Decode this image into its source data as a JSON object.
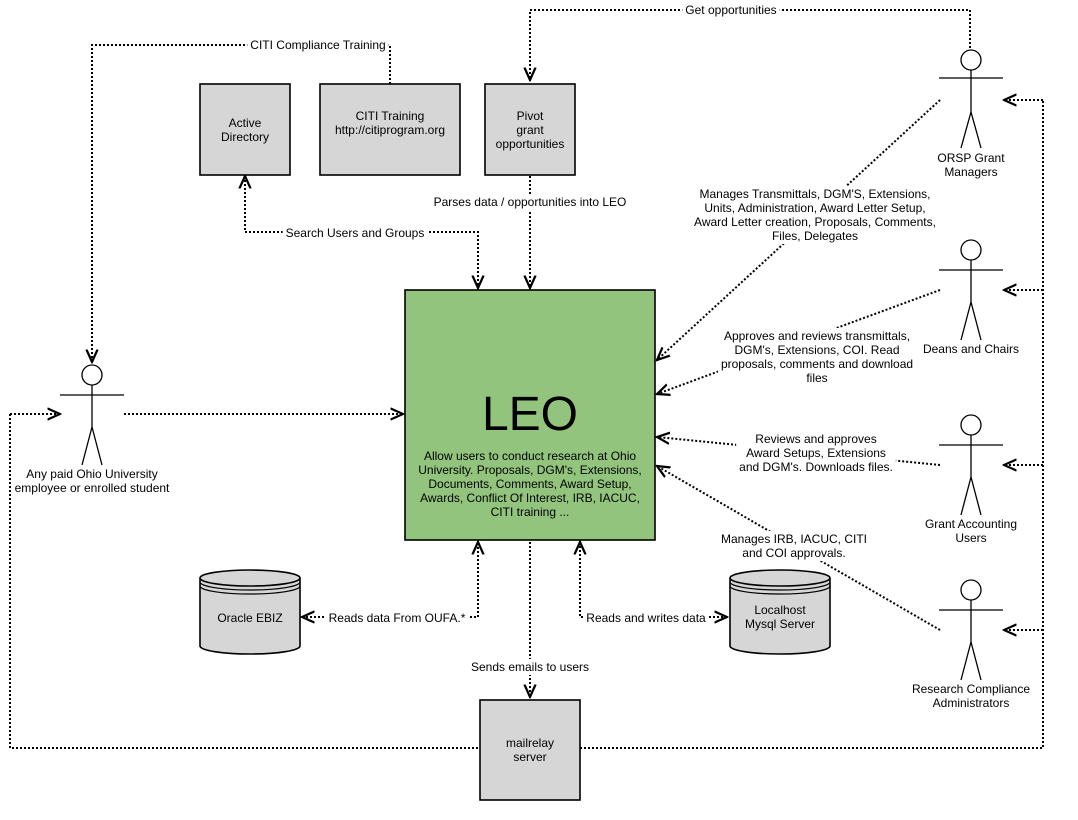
{
  "nodes": {
    "active_directory": [
      "Active",
      "Directory"
    ],
    "citi": [
      "CITI Training",
      "http://citiprogram.org"
    ],
    "pivot": [
      "Pivot",
      "grant",
      "opportunities"
    ],
    "leo_title": "LEO",
    "leo_desc": [
      "Allow users to conduct research at Ohio",
      "University.  Proposals, DGM's, Extensions,",
      "Documents, Comments, Award Setup,",
      "Awards, Conflict Of Interest, IRB, IACUC,",
      "CITI training ..."
    ],
    "oracle": [
      "Oracle EBIZ"
    ],
    "mysql": [
      "Localhost",
      "Mysql Server"
    ],
    "mailrelay": [
      "mailrelay",
      "server"
    ]
  },
  "actors": {
    "employee": [
      "Any paid Ohio University",
      "employee or enrolled student"
    ],
    "orsp": [
      "ORSP Grant",
      "Managers"
    ],
    "deans": [
      "Deans and Chairs"
    ],
    "accounting": [
      "Grant Accounting",
      "Users"
    ],
    "compliance": [
      "Research Compliance",
      "Administrators"
    ]
  },
  "edges": {
    "get_opportunities": [
      "Get opportunities"
    ],
    "citi_compliance": [
      "CITI Compliance Training"
    ],
    "parses": [
      "Parses data / opportunities into LEO"
    ],
    "search_users": [
      "Search Users and Groups"
    ],
    "orsp_manages": [
      "Manages Transmittals, DGM'S, Extensions,",
      "Units, Administration, Award Letter Setup,",
      "Award Letter creation, Proposals, Comments,",
      "Files, Delegates"
    ],
    "deans_approves": [
      "Approves and reviews transmittals,",
      "DGM's, Extensions, COI.  Read",
      "proposals, comments and download",
      "files"
    ],
    "accounting_reviews": [
      "Reviews and approves",
      "Award Setups, Extensions",
      "and DGM's. Downloads files."
    ],
    "compliance_manages": [
      "Manages IRB, IACUC, CITI",
      "and COI approvals."
    ],
    "reads_oufa": [
      "Reads data From OUFA.*"
    ],
    "reads_writes": [
      "Reads and writes data"
    ],
    "sends_emails": [
      "Sends emails to users"
    ]
  }
}
